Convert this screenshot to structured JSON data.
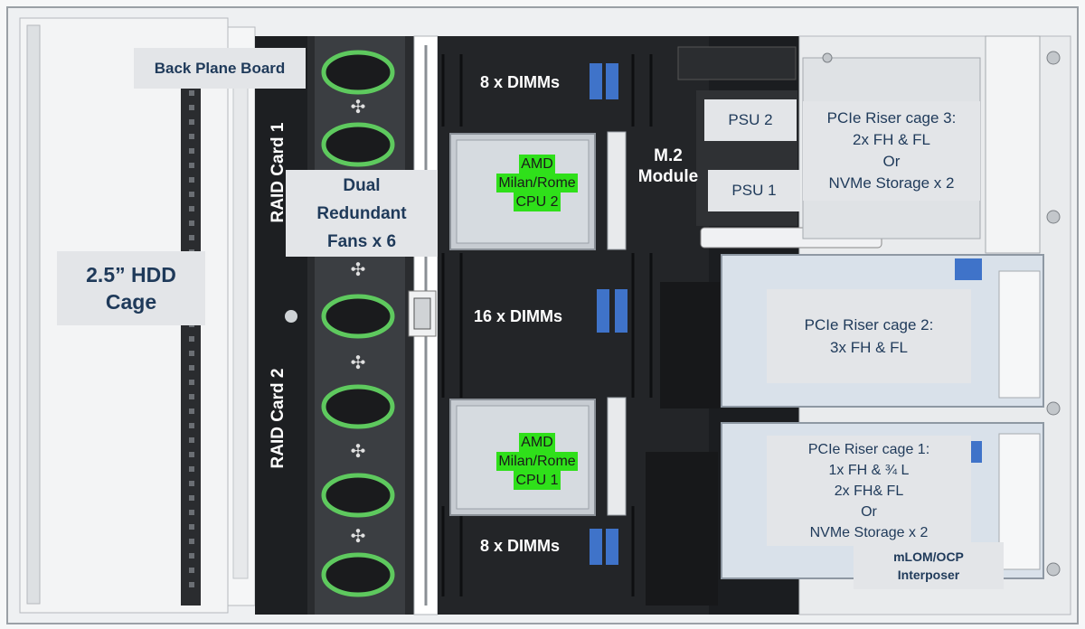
{
  "labels": {
    "back_plane": "Back Plane Board",
    "hdd_cage": [
      "2.5” HDD",
      "Cage"
    ],
    "raid1": "RAID Card  1",
    "raid2": "RAID Card  2",
    "fans": [
      "Dual",
      "Redundant",
      "Fans x 6"
    ],
    "dimms_top": "8 x DIMMs",
    "dimms_mid": "16 x DIMMs",
    "dimms_bottom": "8 x DIMMs",
    "cpu2": [
      "AMD",
      "Milan/Rome",
      "CPU 2"
    ],
    "cpu1": [
      "AMD",
      "Milan/Rome",
      "CPU 1"
    ],
    "m2": [
      "M.2",
      "Module"
    ],
    "psu2": "PSU  2",
    "psu1": "PSU  1",
    "riser3": [
      "PCIe Riser cage  3:",
      "2x FH & FL",
      "Or",
      "NVMe Storage x 2"
    ],
    "riser2": [
      "PCIe Riser cage  2:",
      "3x FH & FL"
    ],
    "riser1": [
      "PCIe Riser cage  1:",
      "1x FH & ¾ L",
      "2x FH& FL",
      "Or",
      "NVMe Storage x 2"
    ],
    "mlom": [
      "mLOM/OCP",
      "Interposer"
    ]
  },
  "colors": {
    "label_bg": "#e3e5e8",
    "label_text": "#1f3a5a",
    "cpu_highlight": "#2fe01a",
    "fan_ring": "#5ec95e",
    "dimm_latch": "#3f73c9",
    "chassis_dark": "#1b1d20"
  }
}
